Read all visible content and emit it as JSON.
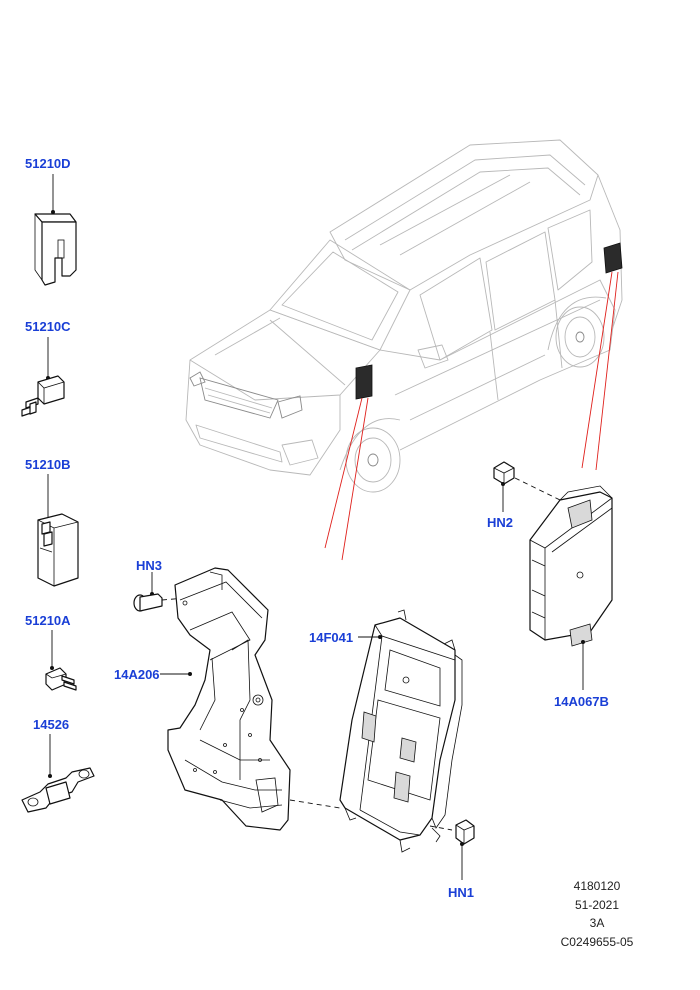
{
  "callouts": {
    "fuse_51210D": "51210D",
    "fuse_51210C": "51210C",
    "fuse_51210B": "51210B",
    "fuse_51210A": "51210A",
    "fuse_14526": "14526",
    "bolt_HN3": "HN3",
    "bracket_14A206": "14A206",
    "module_14F041": "14F041",
    "nut_HN1": "HN1",
    "nut_HN2": "HN2",
    "module_14A067B": "14A067B"
  },
  "reference": {
    "line1": "4180120",
    "line2": "51-2021",
    "line3": "3A",
    "line4": "C0249655-05"
  },
  "colors": {
    "callout_text": "#1a3fd6",
    "location_lines": "#e0201c",
    "vehicle_outline": "#b8b8b8"
  }
}
